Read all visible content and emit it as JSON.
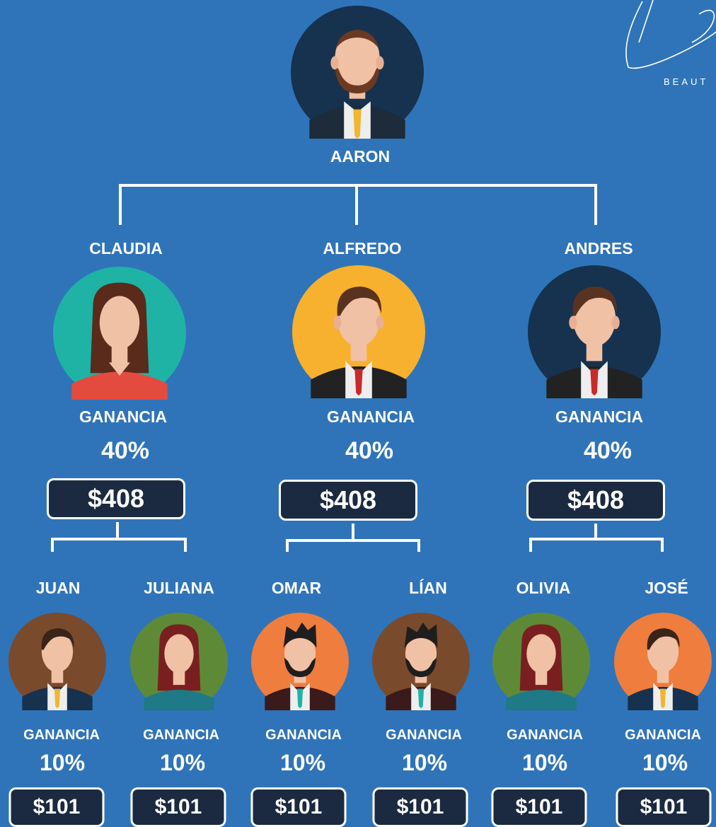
{
  "logo": {
    "text": "BEAUT"
  },
  "root": {
    "name": "AARON",
    "avatar_icon": "bearded-man-avatar-icon",
    "bg": "#16324f"
  },
  "level1": [
    {
      "name": "CLAUDIA",
      "gain_label": "GANANCIA",
      "percent": "40%",
      "amount": "$408",
      "avatar_icon": "woman-avatar-icon",
      "bg": "#1fb3a6"
    },
    {
      "name": "ALFREDO",
      "gain_label": "GANANCIA",
      "percent": "40%",
      "amount": "$408",
      "avatar_icon": "man-avatar-icon",
      "bg": "#f7b12f"
    },
    {
      "name": "ANDRES",
      "gain_label": "GANANCIA",
      "percent": "40%",
      "amount": "$408",
      "avatar_icon": "man-avatar-icon",
      "bg": "#16324f"
    }
  ],
  "level2": [
    {
      "name": "JUAN",
      "gain_label": "GANANCIA",
      "percent": "10%",
      "amount": "$101",
      "avatar_icon": "man-avatar-icon",
      "bg": "#7a4a2c"
    },
    {
      "name": "JULIANA",
      "gain_label": "GANANCIA",
      "percent": "10%",
      "amount": "$101",
      "avatar_icon": "woman-avatar-icon",
      "bg": "#5e8a38"
    },
    {
      "name": "OMAR",
      "gain_label": "GANANCIA",
      "percent": "10%",
      "amount": "$101",
      "avatar_icon": "bearded-man-avatar-icon",
      "bg": "#ef7d3d"
    },
    {
      "name": "LÍAN",
      "gain_label": "GANANCIA",
      "percent": "10%",
      "amount": "$101",
      "avatar_icon": "bearded-man-avatar-icon",
      "bg": "#7a4a2c"
    },
    {
      "name": "OLIVIA",
      "gain_label": "GANANCIA",
      "percent": "10%",
      "amount": "$101",
      "avatar_icon": "woman-avatar-icon",
      "bg": "#5e8a38"
    },
    {
      "name": "JOSÉ",
      "gain_label": "GANANCIA",
      "percent": "10%",
      "amount": "$101",
      "avatar_icon": "man-avatar-icon",
      "bg": "#ef7d3d"
    }
  ]
}
